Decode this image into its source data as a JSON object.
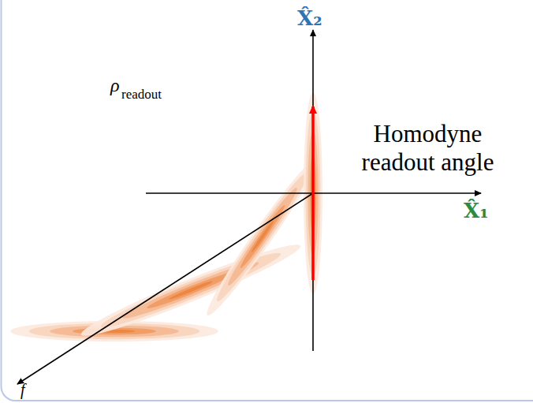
{
  "diagram": {
    "labels": [
      "X̂₂",
      "X̂₁",
      "Homodyne readout angle",
      "ρ",
      "readout",
      "f"
    ]
  }
}
